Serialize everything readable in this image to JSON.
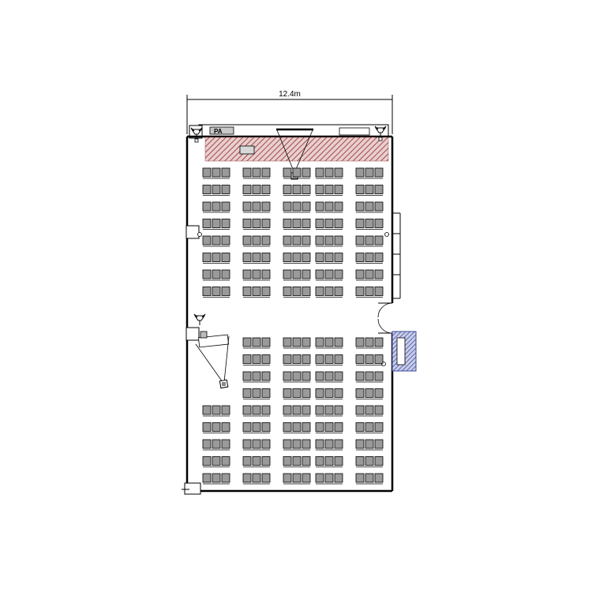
{
  "dimension": {
    "label": "12.4m"
  },
  "pa_label": "PA",
  "colors": {
    "wall": "#000000",
    "stage_hatch": "#a04a4a",
    "chair_fill": "#9a9a9a",
    "exit_hatch": "#3b4a9a",
    "background": "#ffffff"
  },
  "seating": {
    "front_block": {
      "rows": 8,
      "columns": 5,
      "seats_per_group": 3
    },
    "rear_block": {
      "rows": 9,
      "columns": 5,
      "seats_per_group": 3
    }
  },
  "icons": [
    "speaker-icon",
    "projector-icon",
    "projection-screen-icon",
    "door-icon",
    "podium-icon"
  ]
}
